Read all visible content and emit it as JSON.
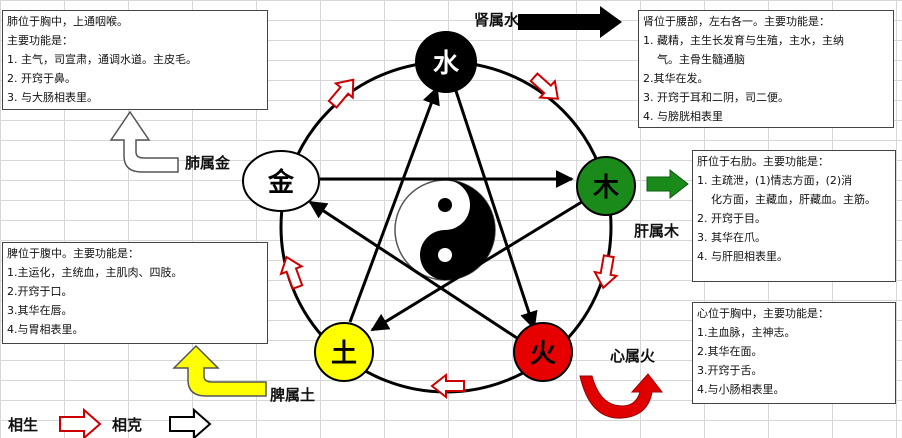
{
  "elements": {
    "water": {
      "char": "水",
      "color": "#000000",
      "text_color": "#ffffff"
    },
    "wood": {
      "char": "木",
      "color": "#1a8a1a",
      "text_color": "#000000"
    },
    "fire": {
      "char": "火",
      "color": "#e60000",
      "text_color": "#000000"
    },
    "earth": {
      "char": "土",
      "color": "#ffff00",
      "text_color": "#000000"
    },
    "metal": {
      "char": "金",
      "color": "#ffffff",
      "text_color": "#000000"
    }
  },
  "labels": {
    "kidney": "肾属水",
    "liver": "肝属木",
    "heart": "心属火",
    "spleen": "脾属土",
    "lung": "肺属金"
  },
  "boxes": {
    "lung": [
      "肺位于胸中，上通咽喉。",
      "主要功能是：",
      "1.  主气，司宣肃，通调水道。主皮毛。",
      "2.  开窍于鼻。",
      "3.  与大肠相表里。"
    ],
    "kidney": [
      "肾位于腰部，左右各一。主要功能是：",
      "1.  藏精，主生长发育与生殖，主水，主纳",
      "气。主骨生髓通脑",
      "2.其华在发。",
      "3.  开窍于耳和二阴，司二便。",
      "4.  与膀胱相表里"
    ],
    "liver": [
      "肝位于右肋。主要功能是：",
      "1.  主疏泄，(1)情志方面，(2)消",
      "化方面，主藏血，肝藏血。主筋。",
      "2.  开窍于目。",
      "3.  其华在爪。",
      "4.  与肝胆相表里。"
    ],
    "spleen": [
      "脾位于腹中。主要功能是：",
      "1.主运化，主统血，主肌肉、四肢。",
      "2.开窍于口。",
      "3.其华在唇。",
      "4.与胃相表里。"
    ],
    "heart": [
      "心位于胸中，主要功能是：",
      "1.主血脉，主神志。",
      "2.其华在面。",
      "3.开窍于舌。",
      "4.与小肠相表里。"
    ]
  },
  "legend": {
    "generating": "相生",
    "controlling": "相克",
    "generating_color": "#cc0000"
  }
}
